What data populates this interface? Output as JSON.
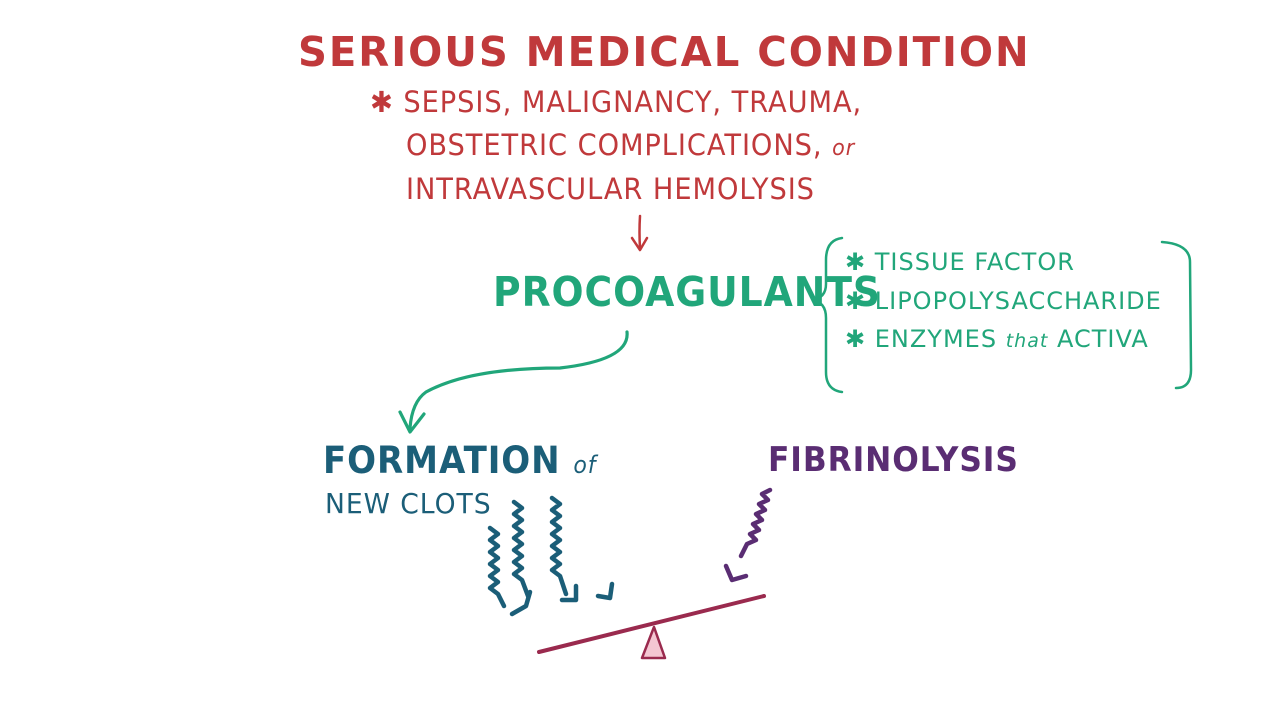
{
  "title": "Serious medical condition",
  "causes": {
    "bullet": "✱",
    "line1": "Sepsis, malignancy, trauma,",
    "line2_main": "Obstetric complications,",
    "line2_or": "or",
    "line3": "Intravascular hemolysis"
  },
  "procoagulants": {
    "label": "Procoagulants",
    "items": [
      {
        "bullet": "✱",
        "text": "Tissue factor"
      },
      {
        "bullet": "✱",
        "text": "Lipopolysaccharide"
      },
      {
        "bullet": "✱",
        "text_main": "Enzymes",
        "text_that": "that",
        "text_end": "activa"
      }
    ]
  },
  "formation": {
    "label_main": "Formation",
    "label_of": "of",
    "label_line2": "new clots"
  },
  "fibrinolysis": {
    "label": "Fibrinolysis"
  },
  "colors": {
    "red": "#c0393b",
    "green": "#21a67a",
    "teal": "#1b5e78",
    "purple": "#5a2d73",
    "seesaw": "#9a2a4e",
    "fulcrum_fill": "#f4c6d2"
  }
}
